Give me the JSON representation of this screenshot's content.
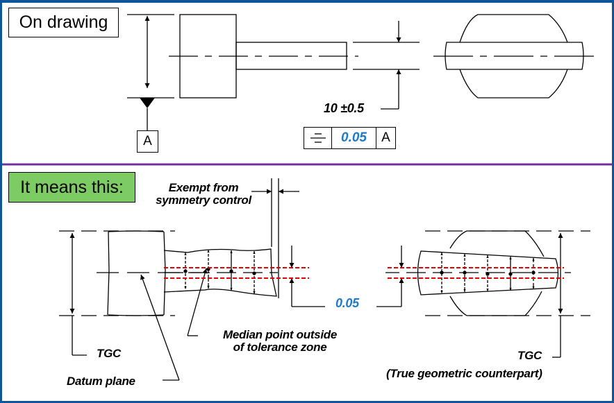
{
  "panels": {
    "top": {
      "label": "On drawing"
    },
    "bottom": {
      "label": "It means this:"
    }
  },
  "colors": {
    "frame_border": "#0f5597",
    "divider": "#7030a0",
    "label_green": "#7ccb63",
    "tolerance_blue": "#1f7ac8",
    "tolerance_zone_red": "#e00000"
  },
  "drawing": {
    "datum_label": "A",
    "dimension": "10 ±0.5",
    "feature_control_frame": {
      "symbol_icon": "symmetry-icon",
      "tolerance": "0.05",
      "datum": "A"
    }
  },
  "meaning": {
    "exempt_note_line1": "Exempt from",
    "exempt_note_line2": "symmetry control",
    "tolerance_value": "0.05",
    "median_note_line1": "Median point outside",
    "median_note_line2": "of tolerance zone",
    "tgc_left": "TGC",
    "datum_plane": "Datum plane",
    "tgc_right": "TGC",
    "tgc_right_full": "(True geometric counterpart)"
  }
}
